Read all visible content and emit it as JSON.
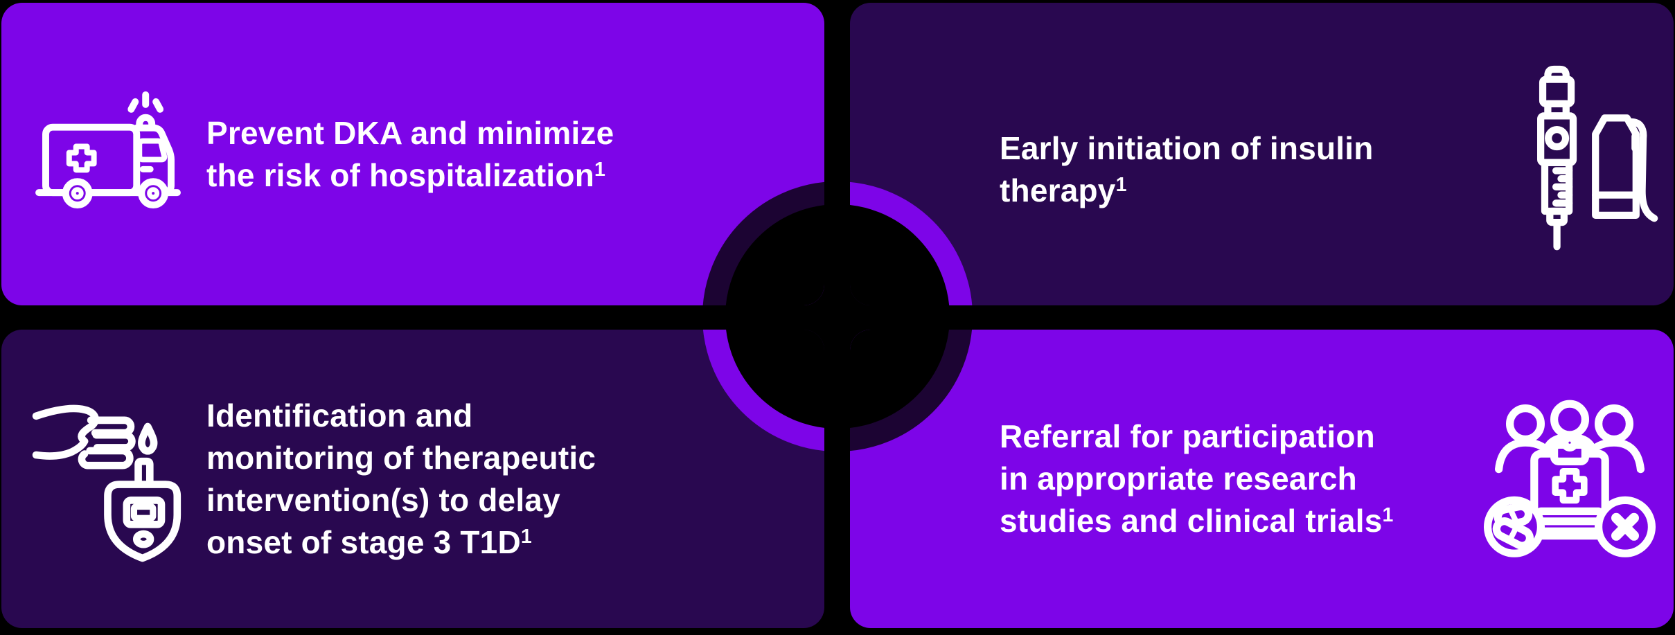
{
  "page": {
    "description": "Four-quadrant infographic on early-stage T1D management goals",
    "background": "#000000"
  },
  "colors": {
    "bright_purple": "#7d05e8",
    "dark_purple": "#290850",
    "ring_dark": "#1c0433",
    "black": "#000000",
    "white": "#ffffff"
  },
  "cards": [
    {
      "id": "prevent-dka",
      "quadrant": "top-left",
      "theme": "bright",
      "icon": "ambulance-icon",
      "lines": [
        "Prevent DKA and minimize",
        "the risk of hospitalization"
      ],
      "superscript": "1"
    },
    {
      "id": "early-insulin",
      "quadrant": "top-right",
      "theme": "dark",
      "icon": "insulin-pen-icon",
      "lines": [
        "Early initiation of insulin",
        "therapy"
      ],
      "superscript": "1"
    },
    {
      "id": "identify-monitor",
      "quadrant": "bottom-left",
      "theme": "dark",
      "icon": "glucose-meter-icon",
      "lines": [
        "Identification and",
        "monitoring of therapeutic",
        "intervention(s) to delay",
        "onset of stage 3 T1D"
      ],
      "superscript": "1"
    },
    {
      "id": "referral-research",
      "quadrant": "bottom-right",
      "theme": "bright",
      "icon": "research-participants-icon",
      "lines": [
        "Referral for participation",
        "in appropriate research",
        "studies and clinical trials"
      ],
      "superscript": "1"
    }
  ]
}
